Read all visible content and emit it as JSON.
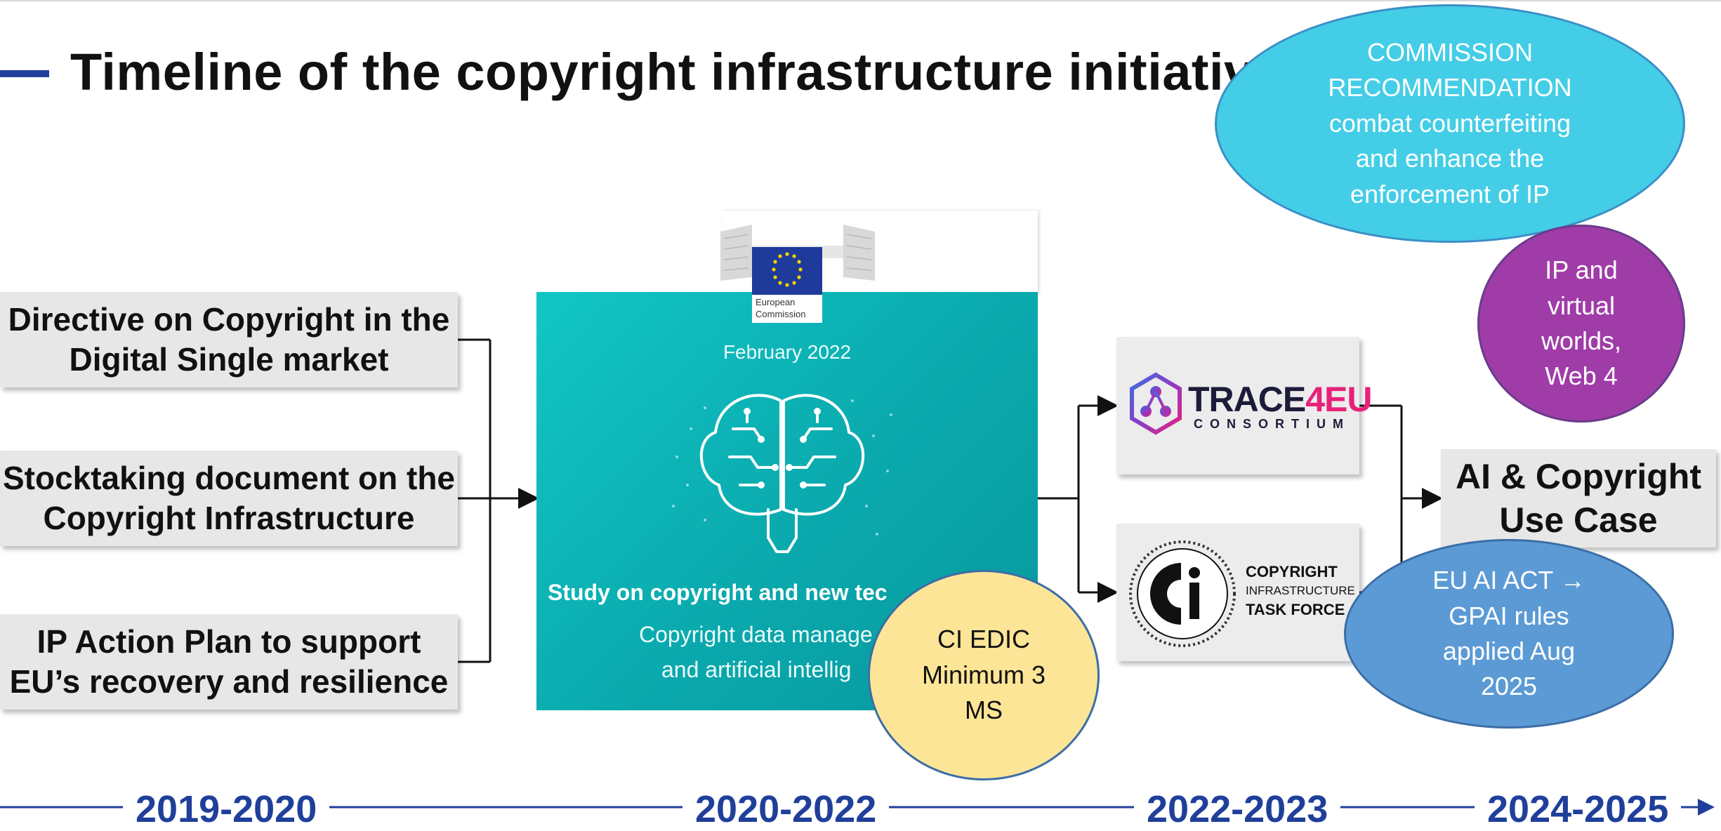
{
  "title": "Timeline of the copyright infrastructure initiative",
  "boxes": {
    "directive": "Directive on Copyright in the Digital Single market",
    "stocktaking": "Stocktaking document on the Copyright Infrastructure",
    "ip_action": "IP Action Plan to support EU’s recovery and resilience",
    "ai_copyright": "AI & Copyright Use Case"
  },
  "study_cover": {
    "logo_text": "European Commission",
    "date": "February 2022",
    "title": "Study on copyright and new tec",
    "subtitle_line1": "Copyright data manage",
    "subtitle_line2": "and artificial intellig"
  },
  "trace4eu": {
    "name": "TRACE4EU",
    "name_a": "TRACE",
    "name_b": "4EU",
    "sub": "CONSORTIUM"
  },
  "ci_task_force": {
    "line1": "COPYRIGHT",
    "line2": "INFRASTRUCTURE",
    "line3": "TASK FORCE"
  },
  "ellipses": {
    "commission": "COMMISSION RECOMMENDATION combat counterfeiting and enhance the enforcement of IP",
    "ip_virtual": "IP and virtual worlds, Web 4",
    "eu_ai_act": "EU AI ACT → GPAI rules applied Aug 2025",
    "ci_edic": "CI EDIC Minimum 3 MS"
  },
  "timeline": [
    "2019-2020",
    "2020-2022",
    "2022-2023",
    "2024-2025"
  ],
  "colors": {
    "accent_blue": "#1f3f9a",
    "teal": "#0aa9ad",
    "commission_ellipse": "#44cde6",
    "ip_ellipse": "#a03ca8",
    "ai_act_ellipse": "#5b9ad5",
    "edic_ellipse": "#fde597"
  }
}
